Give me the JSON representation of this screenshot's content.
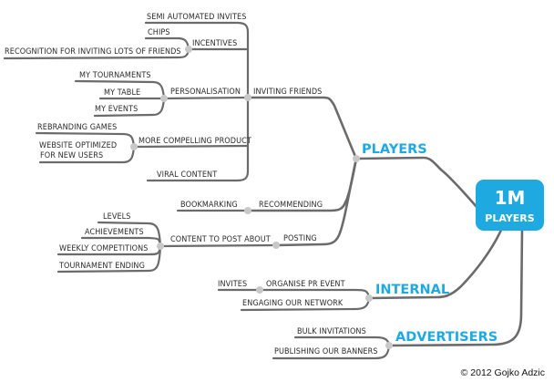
{
  "colors": {
    "accent": "#1fa9e1",
    "line": "#6b6b6b",
    "junction": "#c8c8c8",
    "text": "#2b2b2b"
  },
  "central": {
    "line1": "1M",
    "line2": "PLAYERS"
  },
  "branches": {
    "players": {
      "label": "PLAYERS",
      "inviting_friends": {
        "label": "INVITING FRIENDS",
        "semi_automated": "SEMI AUTOMATED INVITES",
        "incentives": {
          "label": "INCENTIVES",
          "children": [
            "CHIPS",
            "RECOGNITION FOR INVITING LOTS OF FRIENDS"
          ]
        },
        "personalisation": {
          "label": "PERSONALISATION",
          "children": [
            "MY TOURNAMENTS",
            "MY TABLE",
            "MY EVENTS"
          ]
        },
        "more_compelling": {
          "label": "MORE COMPELLING PRODUCT",
          "children": [
            "REBRANDING GAMES",
            "WEBSITE OPTIMIZED",
            "FOR NEW USERS"
          ]
        },
        "viral_content": "VIRAL CONTENT"
      },
      "recommending": {
        "label": "RECOMMENDING",
        "children": [
          "BOOKMARKING"
        ]
      },
      "posting": {
        "label": "POSTING",
        "content": {
          "label": "CONTENT TO POST ABOUT",
          "children": [
            "LEVELS",
            "ACHIEVEMENTS",
            "WEEKLY COMPETITIONS",
            "TOURNAMENT ENDING"
          ]
        }
      }
    },
    "internal": {
      "label": "INTERNAL",
      "organise": {
        "label": "ORGANISE PR EVENT",
        "children": [
          "INVITES"
        ]
      },
      "engaging": "ENGAGING OUR NETWORK"
    },
    "advertisers": {
      "label": "ADVERTISERS",
      "children": [
        "BULK INVITATIONS",
        "PUBLISHING OUR BANNERS"
      ]
    }
  },
  "copyright": "© 2012 Gojko Adzic"
}
